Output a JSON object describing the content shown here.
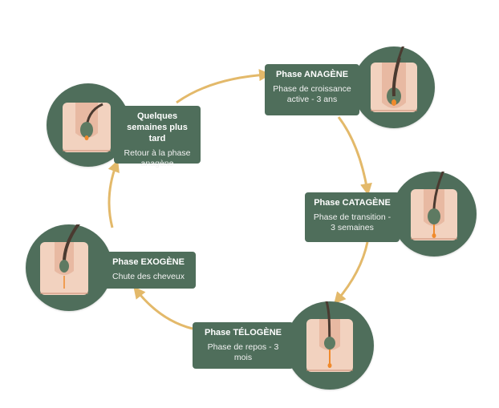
{
  "colors": {
    "card_green": "#4f6e5b",
    "arrow_gold": "#e3b96a",
    "skin": "#f2d2bf",
    "hair": "#4a3a30",
    "bulb": "#5e7a62",
    "papilla": "#f08a2c"
  },
  "phases": [
    {
      "title": "Phase ANAGÈNE",
      "desc": "Phase de croissance active - 3 ans"
    },
    {
      "title": "Phase CATAGÈNE",
      "desc": "Phase de transition - 3 semaines"
    },
    {
      "title": "Phase TÉLOGÈNE",
      "desc": "Phase de repos - 3 mois"
    },
    {
      "title": "Phase EXOGÈNE",
      "desc": "Chute des cheveux"
    },
    {
      "title": "Quelques semaines plus tard",
      "desc": "Retour à la phase anagène"
    }
  ]
}
